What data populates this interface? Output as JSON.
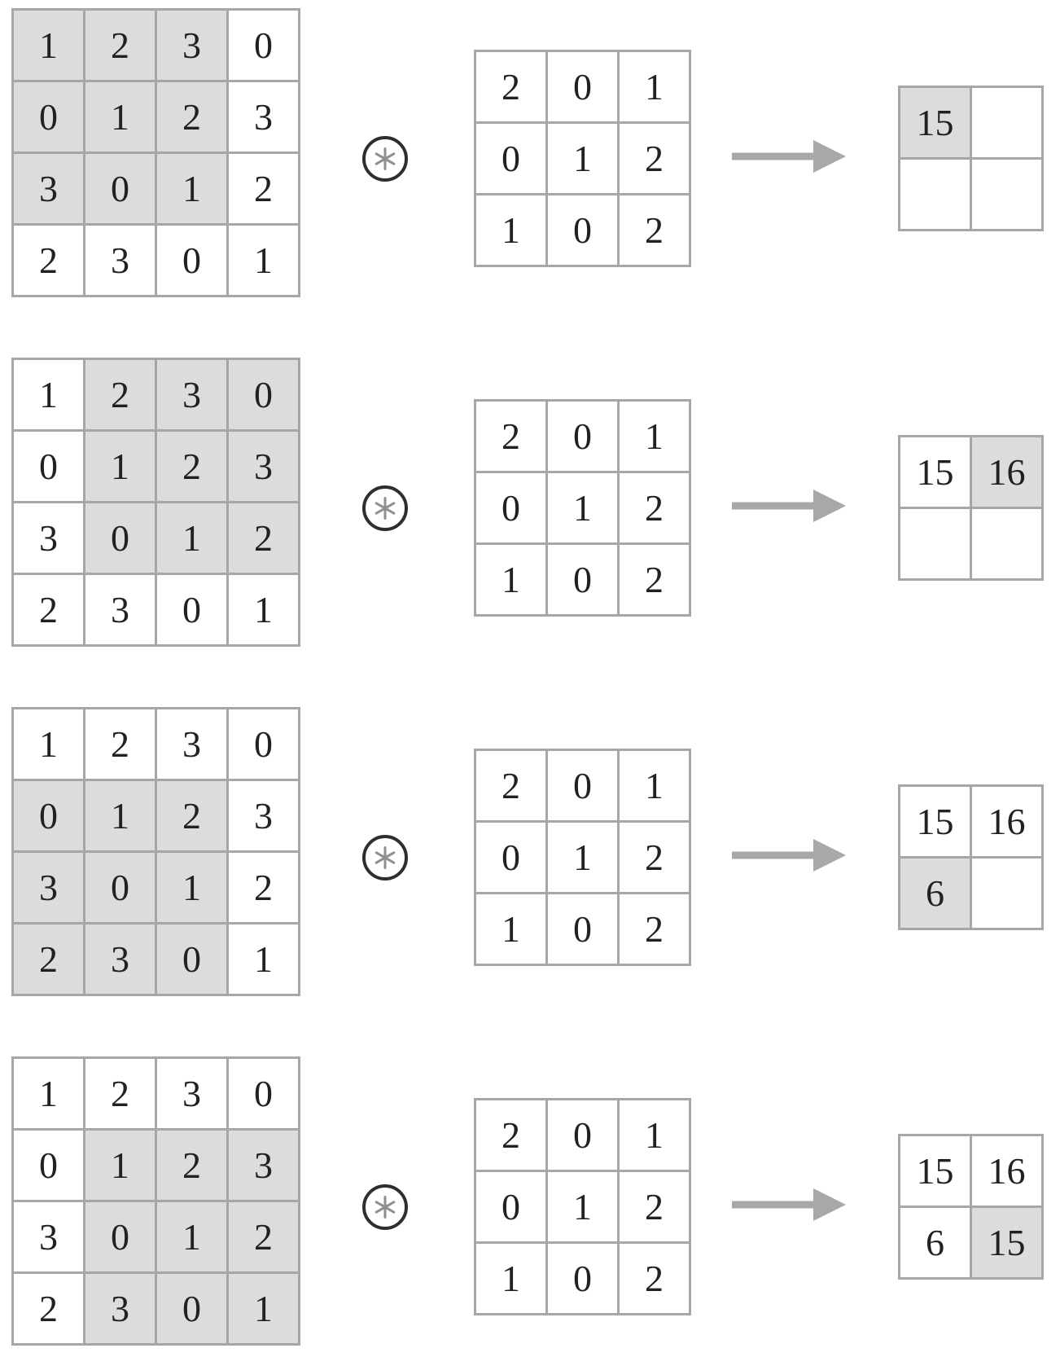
{
  "figure": {
    "description": "Two-dimensional cross-correlation (convolution) computed in four sliding-window steps",
    "operator_symbol": "*"
  },
  "colors": {
    "grid_line": "#a6a6a6",
    "cell_background": "#ffffff",
    "cell_highlight": "#dcdcdc",
    "number_text": "#212121",
    "operator_ring": "#2e2e2e",
    "operator_glyph": "#8f8f8f",
    "arrow": "#a8a8a8"
  },
  "input_matrix": {
    "rows": 4,
    "cols": 4,
    "values": [
      [
        1,
        2,
        3,
        0
      ],
      [
        0,
        1,
        2,
        3
      ],
      [
        3,
        0,
        1,
        2
      ],
      [
        2,
        3,
        0,
        1
      ]
    ]
  },
  "kernel": {
    "rows": 3,
    "cols": 3,
    "values": [
      [
        2,
        0,
        1
      ],
      [
        0,
        1,
        2
      ],
      [
        1,
        0,
        2
      ]
    ]
  },
  "steps": [
    {
      "input_highlight": {
        "rows": [
          0,
          2
        ],
        "cols": [
          0,
          2
        ]
      },
      "output": {
        "values": [
          [
            "15",
            ""
          ],
          [
            "",
            ""
          ]
        ]
      },
      "output_highlight": [
        0,
        0
      ]
    },
    {
      "input_highlight": {
        "rows": [
          0,
          2
        ],
        "cols": [
          1,
          3
        ]
      },
      "output": {
        "values": [
          [
            "15",
            "16"
          ],
          [
            "",
            ""
          ]
        ]
      },
      "output_highlight": [
        0,
        1
      ]
    },
    {
      "input_highlight": {
        "rows": [
          1,
          3
        ],
        "cols": [
          0,
          2
        ]
      },
      "output": {
        "values": [
          [
            "15",
            "16"
          ],
          [
            "6",
            ""
          ]
        ]
      },
      "output_highlight": [
        1,
        0
      ]
    },
    {
      "input_highlight": {
        "rows": [
          1,
          3
        ],
        "cols": [
          1,
          3
        ]
      },
      "output": {
        "values": [
          [
            "15",
            "16"
          ],
          [
            "6",
            "15"
          ]
        ]
      },
      "output_highlight": [
        1,
        1
      ]
    }
  ]
}
